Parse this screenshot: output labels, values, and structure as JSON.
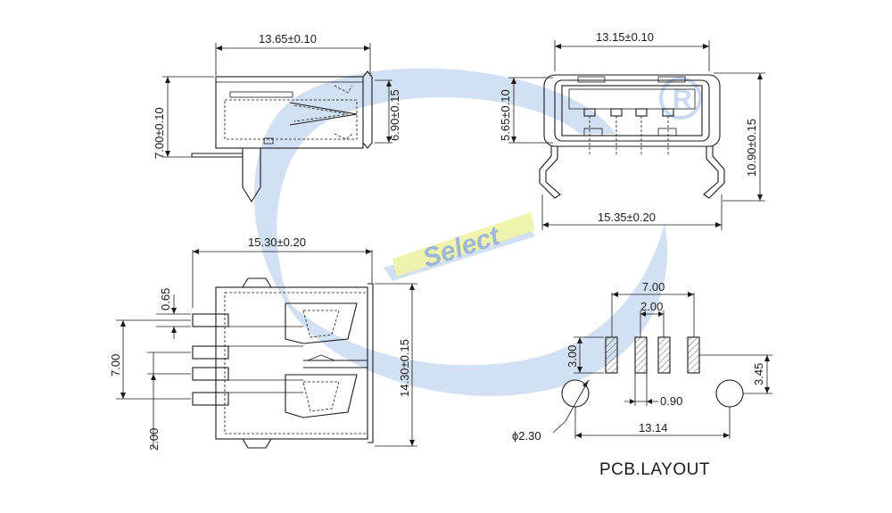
{
  "colors": {
    "watermark_blue": "#c9daf0",
    "watermark_yellow": "#eef2a8",
    "line": "#1a1a1a"
  },
  "watermark": {
    "text": "Select"
  },
  "side_view": {
    "width": "13.65±0.10",
    "height": "7.00±0.10",
    "inner_height": "6.90±0.15"
  },
  "front_view": {
    "width": "13.15±0.10",
    "opening_height": "5.65±0.10",
    "overall_height": "10.90±0.15",
    "pin_span": "15.35±0.20"
  },
  "top_view": {
    "length": "15.30±0.20",
    "width": "14.30±0.15",
    "pin_width": "0.65",
    "pin_span": "7.00",
    "pin_pitch": "2.00"
  },
  "pcb_layout": {
    "title": "PCB.LAYOUT",
    "pad_span": "7.00",
    "pad_pitch": "2.00",
    "pad_length": "3.00",
    "pad_width": "0.90",
    "hole_offset": "3.45",
    "hole_span": "13.14",
    "hole_diameter": "ϕ2.30"
  }
}
